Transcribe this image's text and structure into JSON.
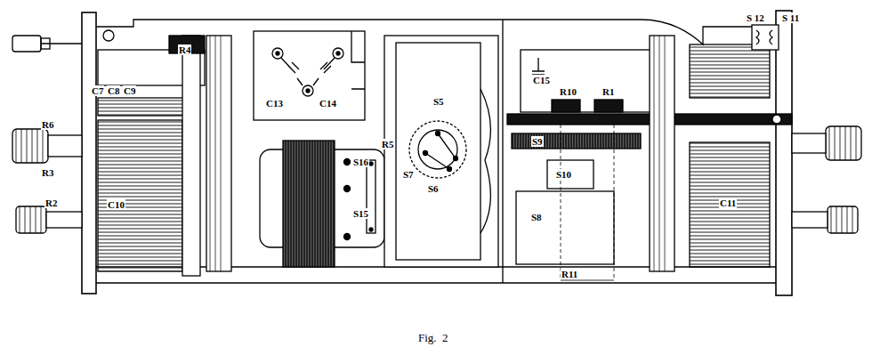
{
  "diagram": {
    "caption": "Fig.  2",
    "labels": [
      "R4",
      "C7",
      "C8",
      "C9",
      "R6",
      "R3",
      "C10",
      "R2",
      "C13",
      "C14",
      "S16",
      "S15",
      "R5",
      "S5",
      "S7",
      "S6",
      "C15",
      "R10",
      "R1",
      "S9",
      "S10",
      "S8",
      "R11",
      "S 12",
      "S 11",
      "C11"
    ]
  }
}
